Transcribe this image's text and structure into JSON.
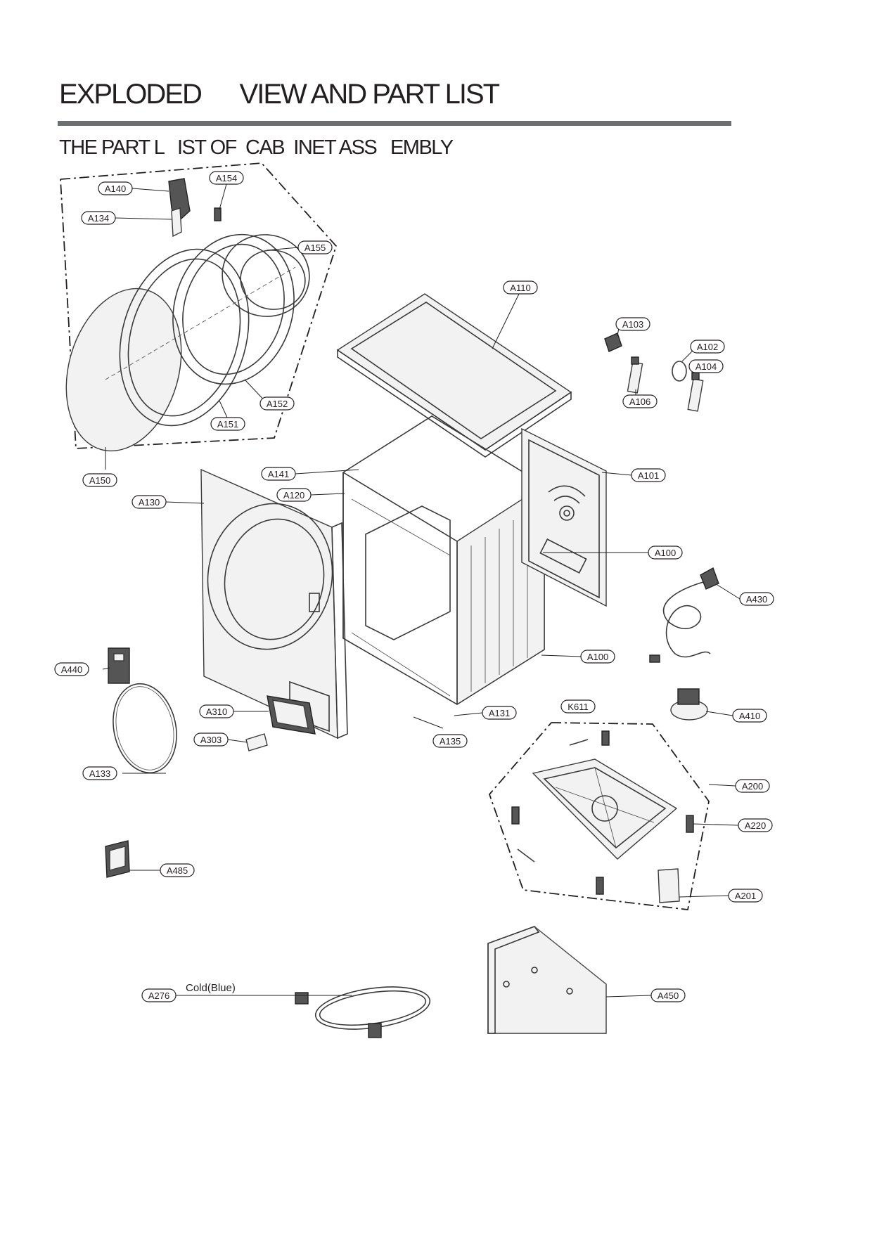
{
  "header": {
    "title": "EXPLODED      VIEW AND PART LIST",
    "subtitle": "THE PART L   IST OF  CAB  INET ASS   EMBLY"
  },
  "colors": {
    "title_rule": "#6d6e70",
    "text": "#231f20",
    "line": "#231f20"
  },
  "annotations": {
    "hose_label": "Cold(Blue)"
  },
  "labels": [
    "A140",
    "A154",
    "A134",
    "A155",
    "A110",
    "A103",
    "A102",
    "A104",
    "A106",
    "A152",
    "A151",
    "A150",
    "A141",
    "A101",
    "A120",
    "A130",
    "A100",
    "A100",
    "A430",
    "A440",
    "A131",
    "K611",
    "A410",
    "A310",
    "A303",
    "A135",
    "A133",
    "A200",
    "A220",
    "A485",
    "A201",
    "A276",
    "A450"
  ]
}
